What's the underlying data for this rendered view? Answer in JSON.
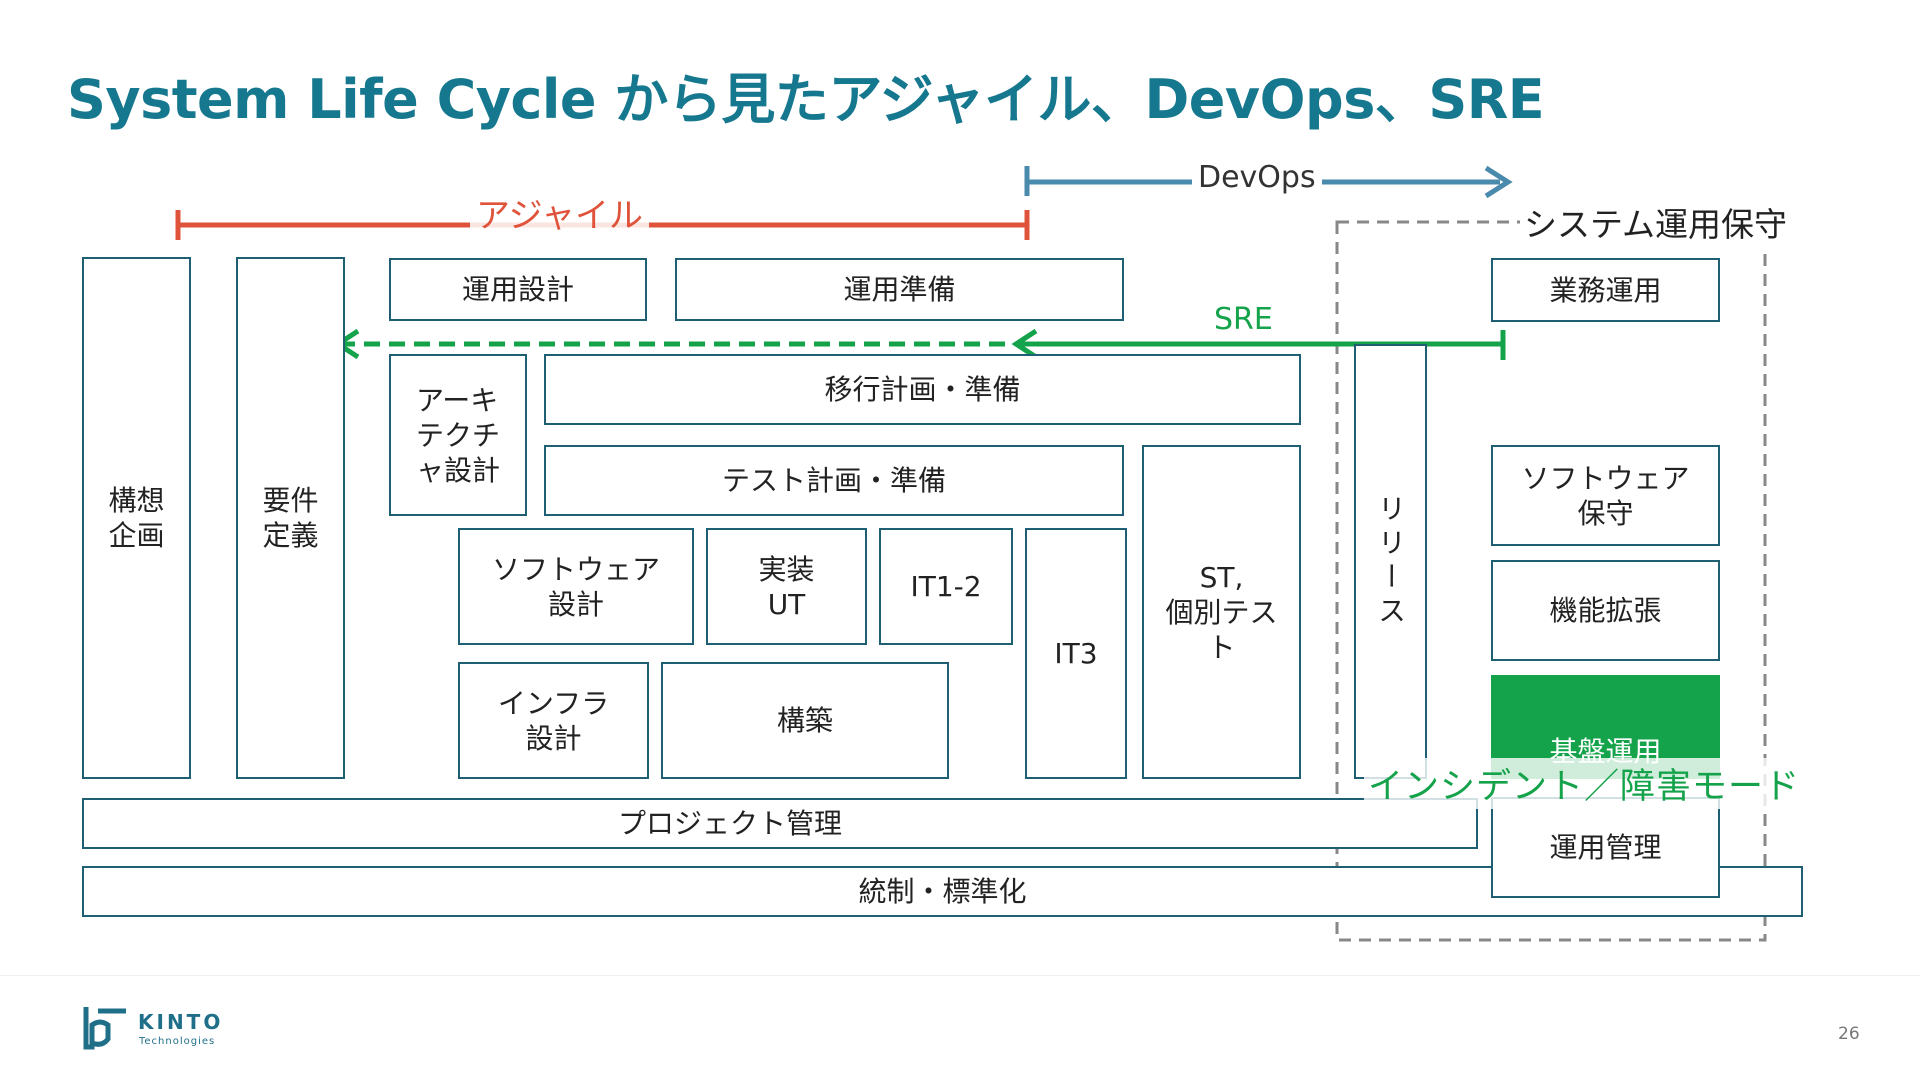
{
  "title": "System Life Cycle から見たアジャイル、DevOps、SRE",
  "labels": {
    "agile": "アジャイル",
    "devops": "DevOps",
    "sre": "SRE",
    "system_ops": "システム運用保守",
    "incident": "インシデント／障害モード"
  },
  "boxes": {
    "concept": "構想\n企画",
    "requirements": "要件\n定義",
    "ops_design": "運用設計",
    "ops_prep": "運用準備",
    "architecture": "アーキ\nテクチ\nャ設計",
    "migration": "移行計画・準備",
    "test_plan": "テスト計画・準備",
    "software_design": "ソフトウェア\n設計",
    "implementation": "実装\nUT",
    "it12": "IT1-2",
    "it3": "IT3",
    "st": "ST,\n個別テス\nト",
    "infra_design": "インフラ\n設計",
    "build": "構築",
    "release": "リリース",
    "business_ops": "業務運用",
    "software_maintenance": "ソフトウェア\n保守",
    "feature_extension": "機能拡張",
    "infra_ops": "基盤運用",
    "ops_management": "運用管理",
    "project_management": "プロジェクト管理",
    "governance": "統制・標準化"
  },
  "colors": {
    "title": "#16788e",
    "box_border": "#1f5f74",
    "agile": "#e0533b",
    "devops": "#4a8aac",
    "sre": "#14a34a",
    "infra_ops_fill": "#14a34a"
  },
  "footer": {
    "logo_text": "KINTO",
    "logo_sub": "Technologies",
    "page_number": "26"
  }
}
